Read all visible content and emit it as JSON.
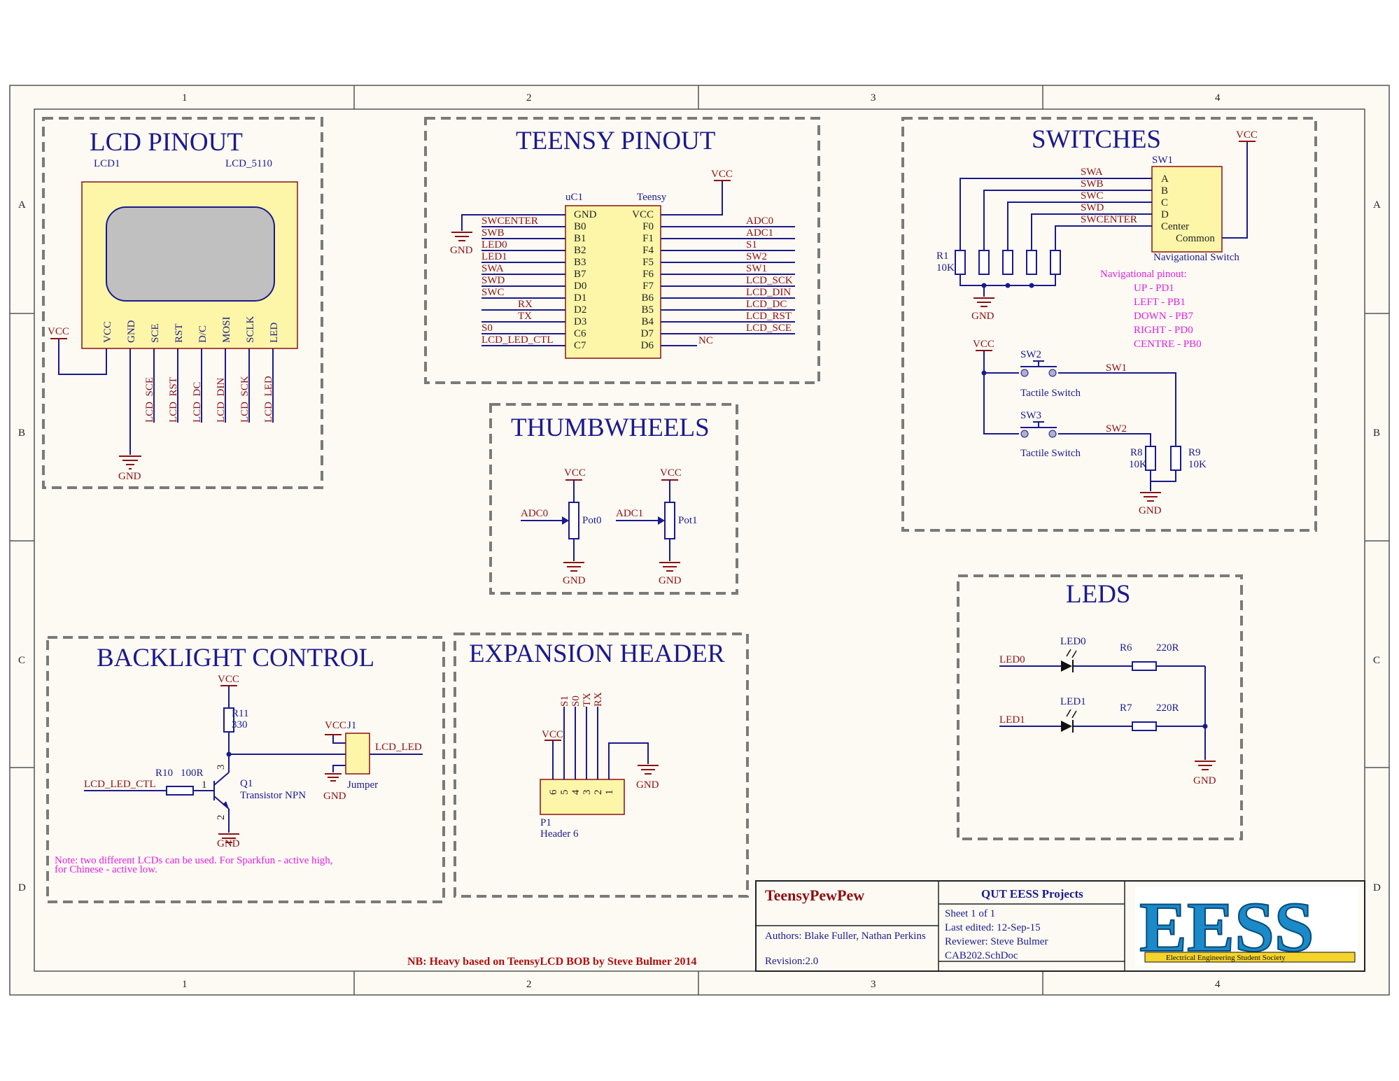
{
  "grid": {
    "columns": [
      "1",
      "2",
      "3",
      "4"
    ],
    "rows": [
      "A",
      "B",
      "C",
      "D"
    ]
  },
  "lcd": {
    "title": "LCD PINOUT",
    "designator": "LCD1",
    "part": "LCD_5110",
    "pins": [
      "VCC",
      "GND",
      "SCE",
      "RST",
      "D/C",
      "MOSI",
      "SCLK",
      "LED"
    ],
    "nets": [
      "LCD_SCE",
      "LCD_RST",
      "LCD_DC",
      "LCD_DIN",
      "LCD_SCK",
      "LCD_LED"
    ],
    "vcc": "VCC",
    "gnd": "GND"
  },
  "teensy": {
    "title": "TEENSY PINOUT",
    "designator": "uC1",
    "part": "Teensy",
    "left_pins": [
      "GND",
      "B0",
      "B1",
      "B2",
      "B3",
      "B7",
      "D0",
      "D1",
      "D2",
      "D3",
      "C6",
      "C7"
    ],
    "left_nets": [
      "",
      "SWCENTER",
      "SWB",
      "LED0",
      "LED1",
      "SWA",
      "SWD",
      "SWC",
      "RX",
      "TX",
      "S0",
      "LCD_LED_CTL"
    ],
    "right_pins": [
      "VCC",
      "F0",
      "F1",
      "F4",
      "F5",
      "F6",
      "F7",
      "B6",
      "B5",
      "B4",
      "D7",
      "D6"
    ],
    "right_nets": [
      "",
      "ADC0",
      "ADC1",
      "S1",
      "SW2",
      "SW1",
      "LCD_SCK",
      "LCD_DIN",
      "LCD_DC",
      "LCD_RST",
      "LCD_SCE",
      "NC"
    ],
    "vcc": "VCC",
    "gnd": "GND"
  },
  "switches": {
    "title": "SWITCHES",
    "designator": "SW1",
    "pins": [
      "A",
      "B",
      "C",
      "D",
      "Center",
      "Common"
    ],
    "nets": [
      "SWA",
      "SWB",
      "SWC",
      "SWD",
      "SWCENTER"
    ],
    "caption": "Navigational Switch",
    "r1": "R1",
    "r1_value": "10K",
    "pinout_title": "Navigational pinout:",
    "pinout": [
      "UP - PD1",
      "LEFT - PB1",
      "DOWN - PB7",
      "RIGHT - PD0",
      "CENTRE - PB0"
    ],
    "sw2": "SW2",
    "sw3": "SW3",
    "tactile": "Tactile Switch",
    "net_sw1": "SW1",
    "net_sw2": "SW2",
    "r8": "R8",
    "r8_value": "10K",
    "r9": "R9",
    "r9_value": "10K",
    "vcc": "VCC",
    "gnd": "GND"
  },
  "thumbwheels": {
    "title": "THUMBWHEELS",
    "pots": [
      {
        "net": "ADC0",
        "name": "Pot0"
      },
      {
        "net": "ADC1",
        "name": "Pot1"
      }
    ],
    "vcc": "VCC",
    "gnd": "GND"
  },
  "leds": {
    "title": "LEDS",
    "items": [
      {
        "net": "LED0",
        "led": "LED0",
        "res": "R6",
        "value": "220R"
      },
      {
        "net": "LED1",
        "led": "LED1",
        "res": "R7",
        "value": "220R"
      }
    ],
    "gnd": "GND"
  },
  "backlight": {
    "title": "BACKLIGHT CONTROL",
    "r11": "R11",
    "r11_value": "330",
    "r10": "R10",
    "r10_value": "100R",
    "input_net": "LCD_LED_CTL",
    "q1": "Q1",
    "q1_part": "Transistor NPN",
    "j1": "J1",
    "jumper": "Jumper",
    "output_net": "LCD_LED",
    "pin_numbers": [
      "1",
      "2",
      "3"
    ],
    "note_line1": "Note: two different LCDs can be used. For Sparkfun - active high,",
    "note_line2": "for Chinese - active low.",
    "vcc": "VCC",
    "gnd": "GND"
  },
  "expansion": {
    "title": "EXPANSION HEADER",
    "nets": [
      "S1",
      "S0",
      "TX",
      "RX"
    ],
    "pins": [
      "6",
      "5",
      "4",
      "3",
      "2",
      "1"
    ],
    "designator": "P1",
    "part": "Header 6",
    "vcc": "VCC",
    "gnd": "GND"
  },
  "titleblock": {
    "project": "TeensyPewPew",
    "authors": "Authors:  Blake Fuller, Nathan Perkins",
    "revision": "Revision:2.0",
    "org": "QUT EESS Projects",
    "sheet": "Sheet  1   of  1",
    "edited": "Last edited: 12-Sep-15",
    "reviewer": "Reviewer:  Steve Bulmer",
    "file": "CAB202.SchDoc",
    "logo_text": "EESS",
    "logo_caption": "Electrical Engineering Student Society",
    "note": "NB: Heavy based on TeensyLCD BOB by Steve Bulmer 2014"
  }
}
